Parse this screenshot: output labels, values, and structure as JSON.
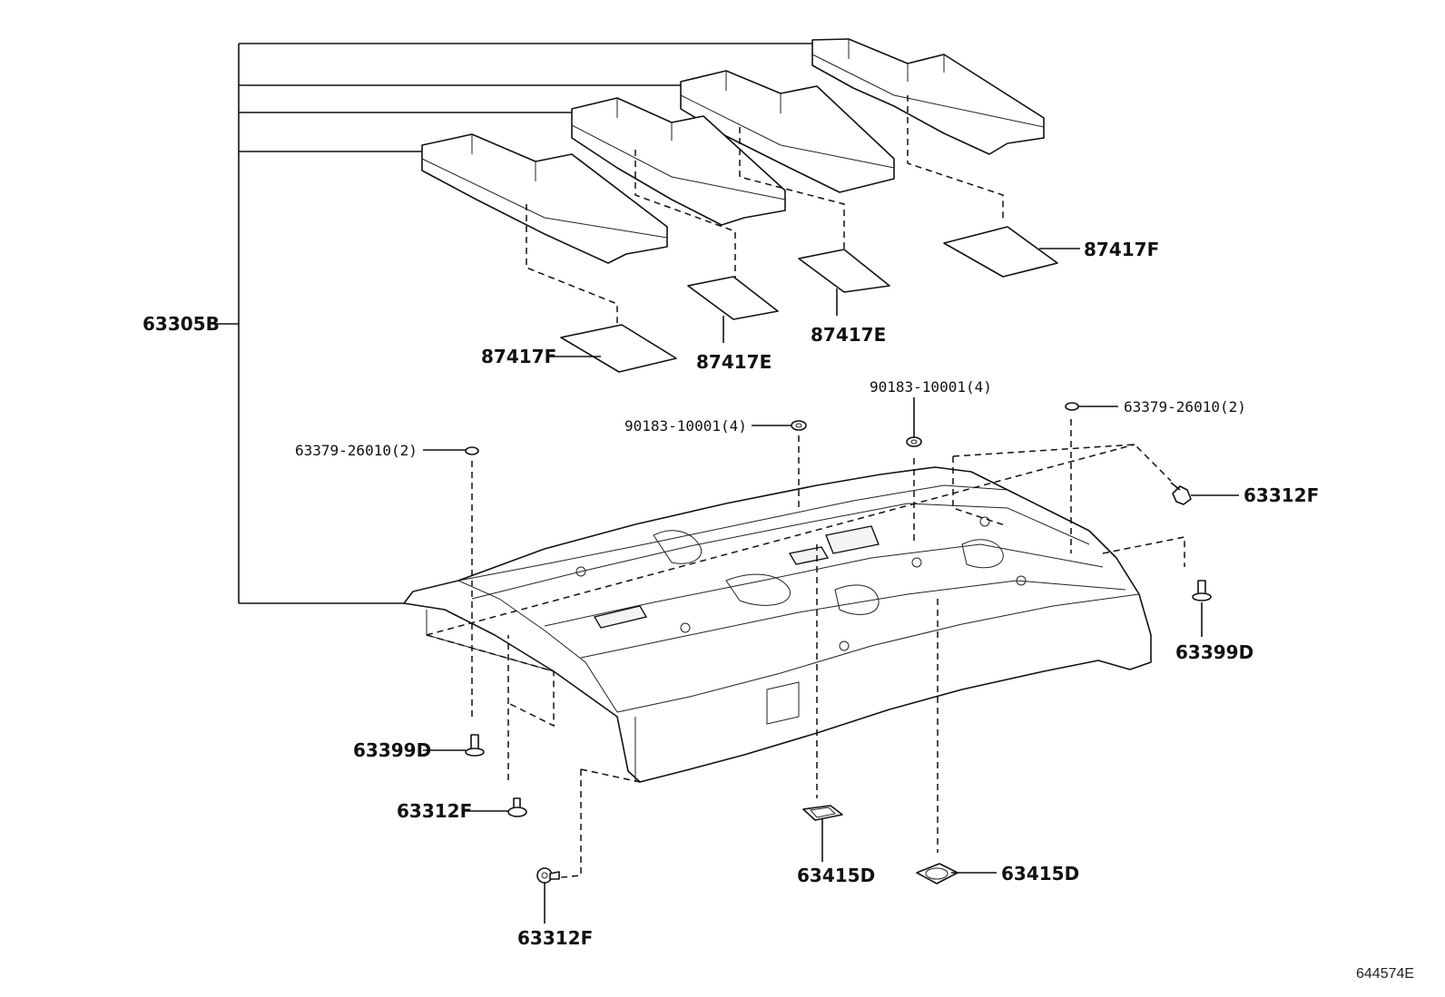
{
  "diagram": {
    "reference_code": "644574E",
    "labels": {
      "headliner_assembly": "63305B",
      "pad_top_right": "87417F",
      "pad_left": "87417F",
      "pad_center_left": "87417E",
      "pad_center_right": "87417E",
      "nut_center": "90183-10001(4)",
      "nut_right": "90183-10001(4)",
      "clip_left": "63379-26010(2)",
      "clip_right": "63379-26010(2)",
      "clip_rear_right": "63312F",
      "bolt_right": "63399D",
      "bolt_left": "63399D",
      "clip_front_left": "63312F",
      "clip_bottom_left": "63312F",
      "pad_bottom_center": "63415D",
      "pad_bottom_right": "63415D"
    }
  }
}
